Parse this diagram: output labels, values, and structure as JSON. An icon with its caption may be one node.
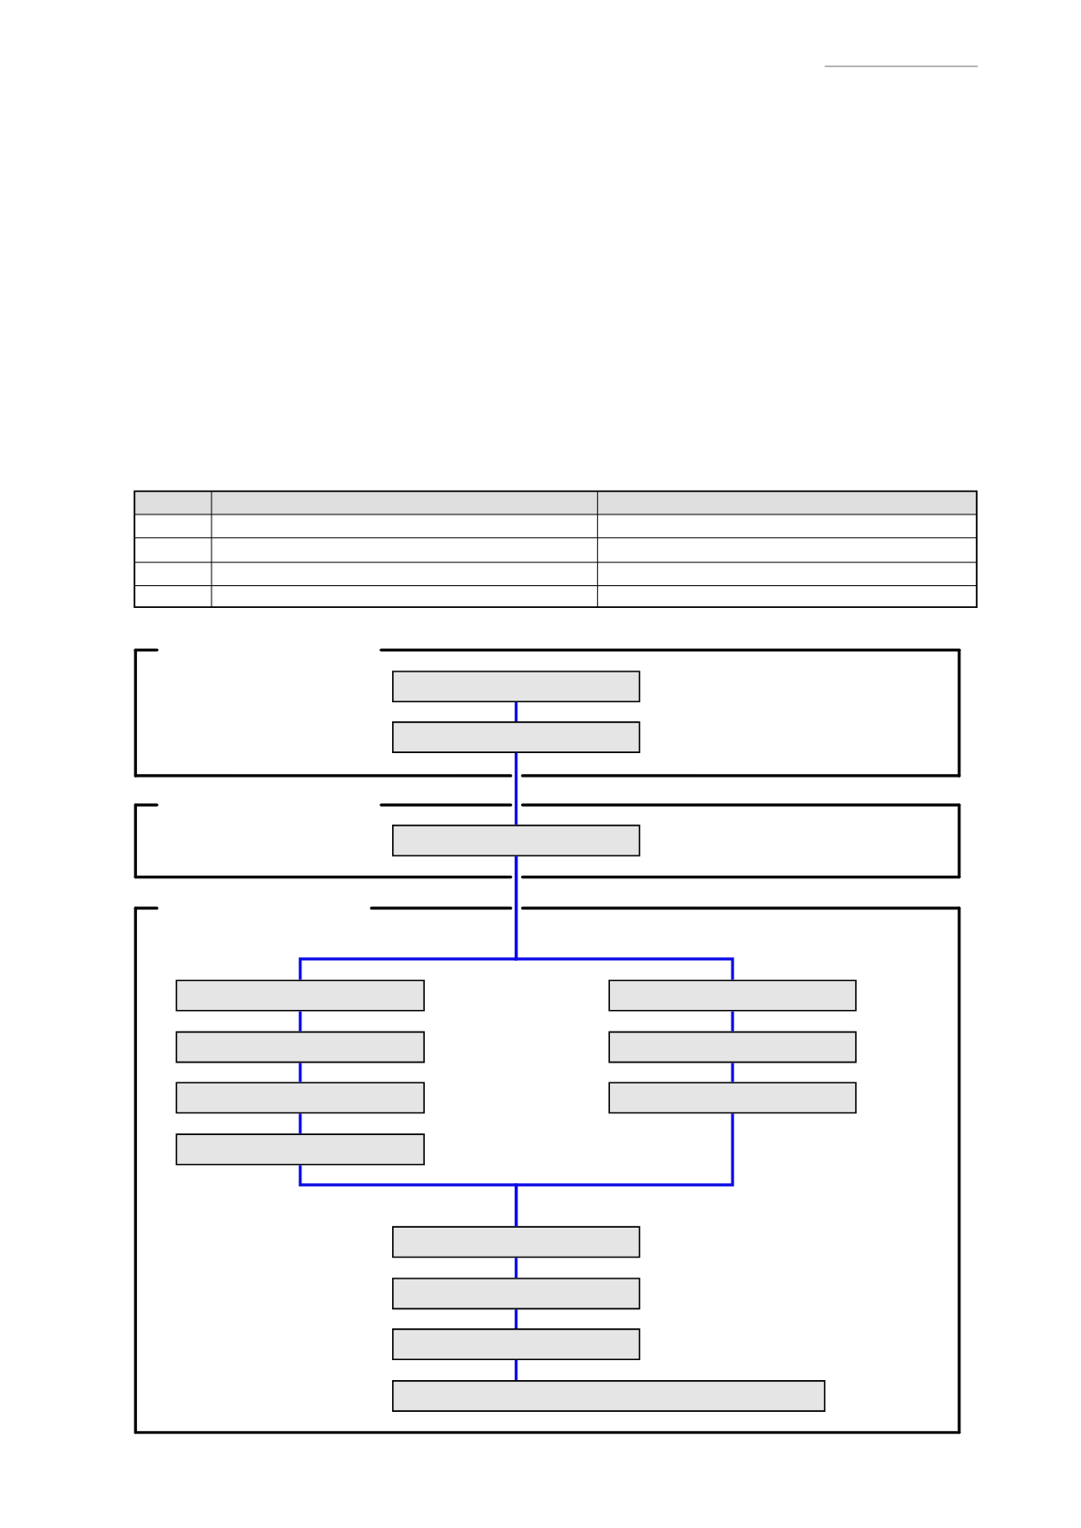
{
  "diagram": {
    "nodes": [
      {
        "text": [],
        "shape": "box"
      },
      {
        "text": [],
        "shape": "box",
        "in": 0
      },
      {
        "text": [],
        "shape": "box",
        "in": 0
      },
      {
        "text": [],
        "shape": "box"
      },
      {
        "text": [],
        "shape": "box",
        "in": 3
      },
      {
        "text": [],
        "shape": "box"
      },
      {
        "text": [],
        "shape": "box",
        "in": 5
      },
      {
        "text": [],
        "shape": "box",
        "in": 5
      },
      {
        "text": [],
        "shape": "box",
        "in": 5
      },
      {
        "text": [],
        "shape": "box",
        "in": 5
      },
      {
        "text": [],
        "shape": "box",
        "in": 5
      },
      {
        "text": [],
        "shape": "box",
        "in": 5
      },
      {
        "text": [],
        "shape": "box",
        "in": 5
      },
      {
        "text": [],
        "shape": "box",
        "in": 5
      },
      {
        "text": [],
        "shape": "box",
        "in": 5
      },
      {
        "text": [],
        "shape": "box",
        "in": 5
      },
      {
        "text": [],
        "shape": "box",
        "in": 5
      }
    ],
    "edges": [
      {
        "from": 1,
        "to": 2,
        "arrow": "none"
      },
      {
        "from": 2,
        "to": 4,
        "arrow": "none"
      },
      {
        "from": 4,
        "to": 6,
        "arrow": "none"
      },
      {
        "from": 4,
        "to": 10,
        "arrow": "none"
      },
      {
        "from": 6,
        "to": 7,
        "arrow": "none"
      },
      {
        "from": 7,
        "to": 8,
        "arrow": "none"
      },
      {
        "from": 8,
        "to": 9,
        "arrow": "none"
      },
      {
        "from": 10,
        "to": 11,
        "arrow": "none"
      },
      {
        "from": 11,
        "to": 12,
        "arrow": "none"
      },
      {
        "from": 9,
        "to": 13,
        "arrow": "none"
      },
      {
        "from": 12,
        "to": 13,
        "arrow": "none"
      },
      {
        "from": 13,
        "to": 14,
        "arrow": "none"
      },
      {
        "from": 14,
        "to": 15,
        "arrow": "none"
      },
      {
        "from": 15,
        "to": 16,
        "arrow": "none"
      }
    ]
  }
}
